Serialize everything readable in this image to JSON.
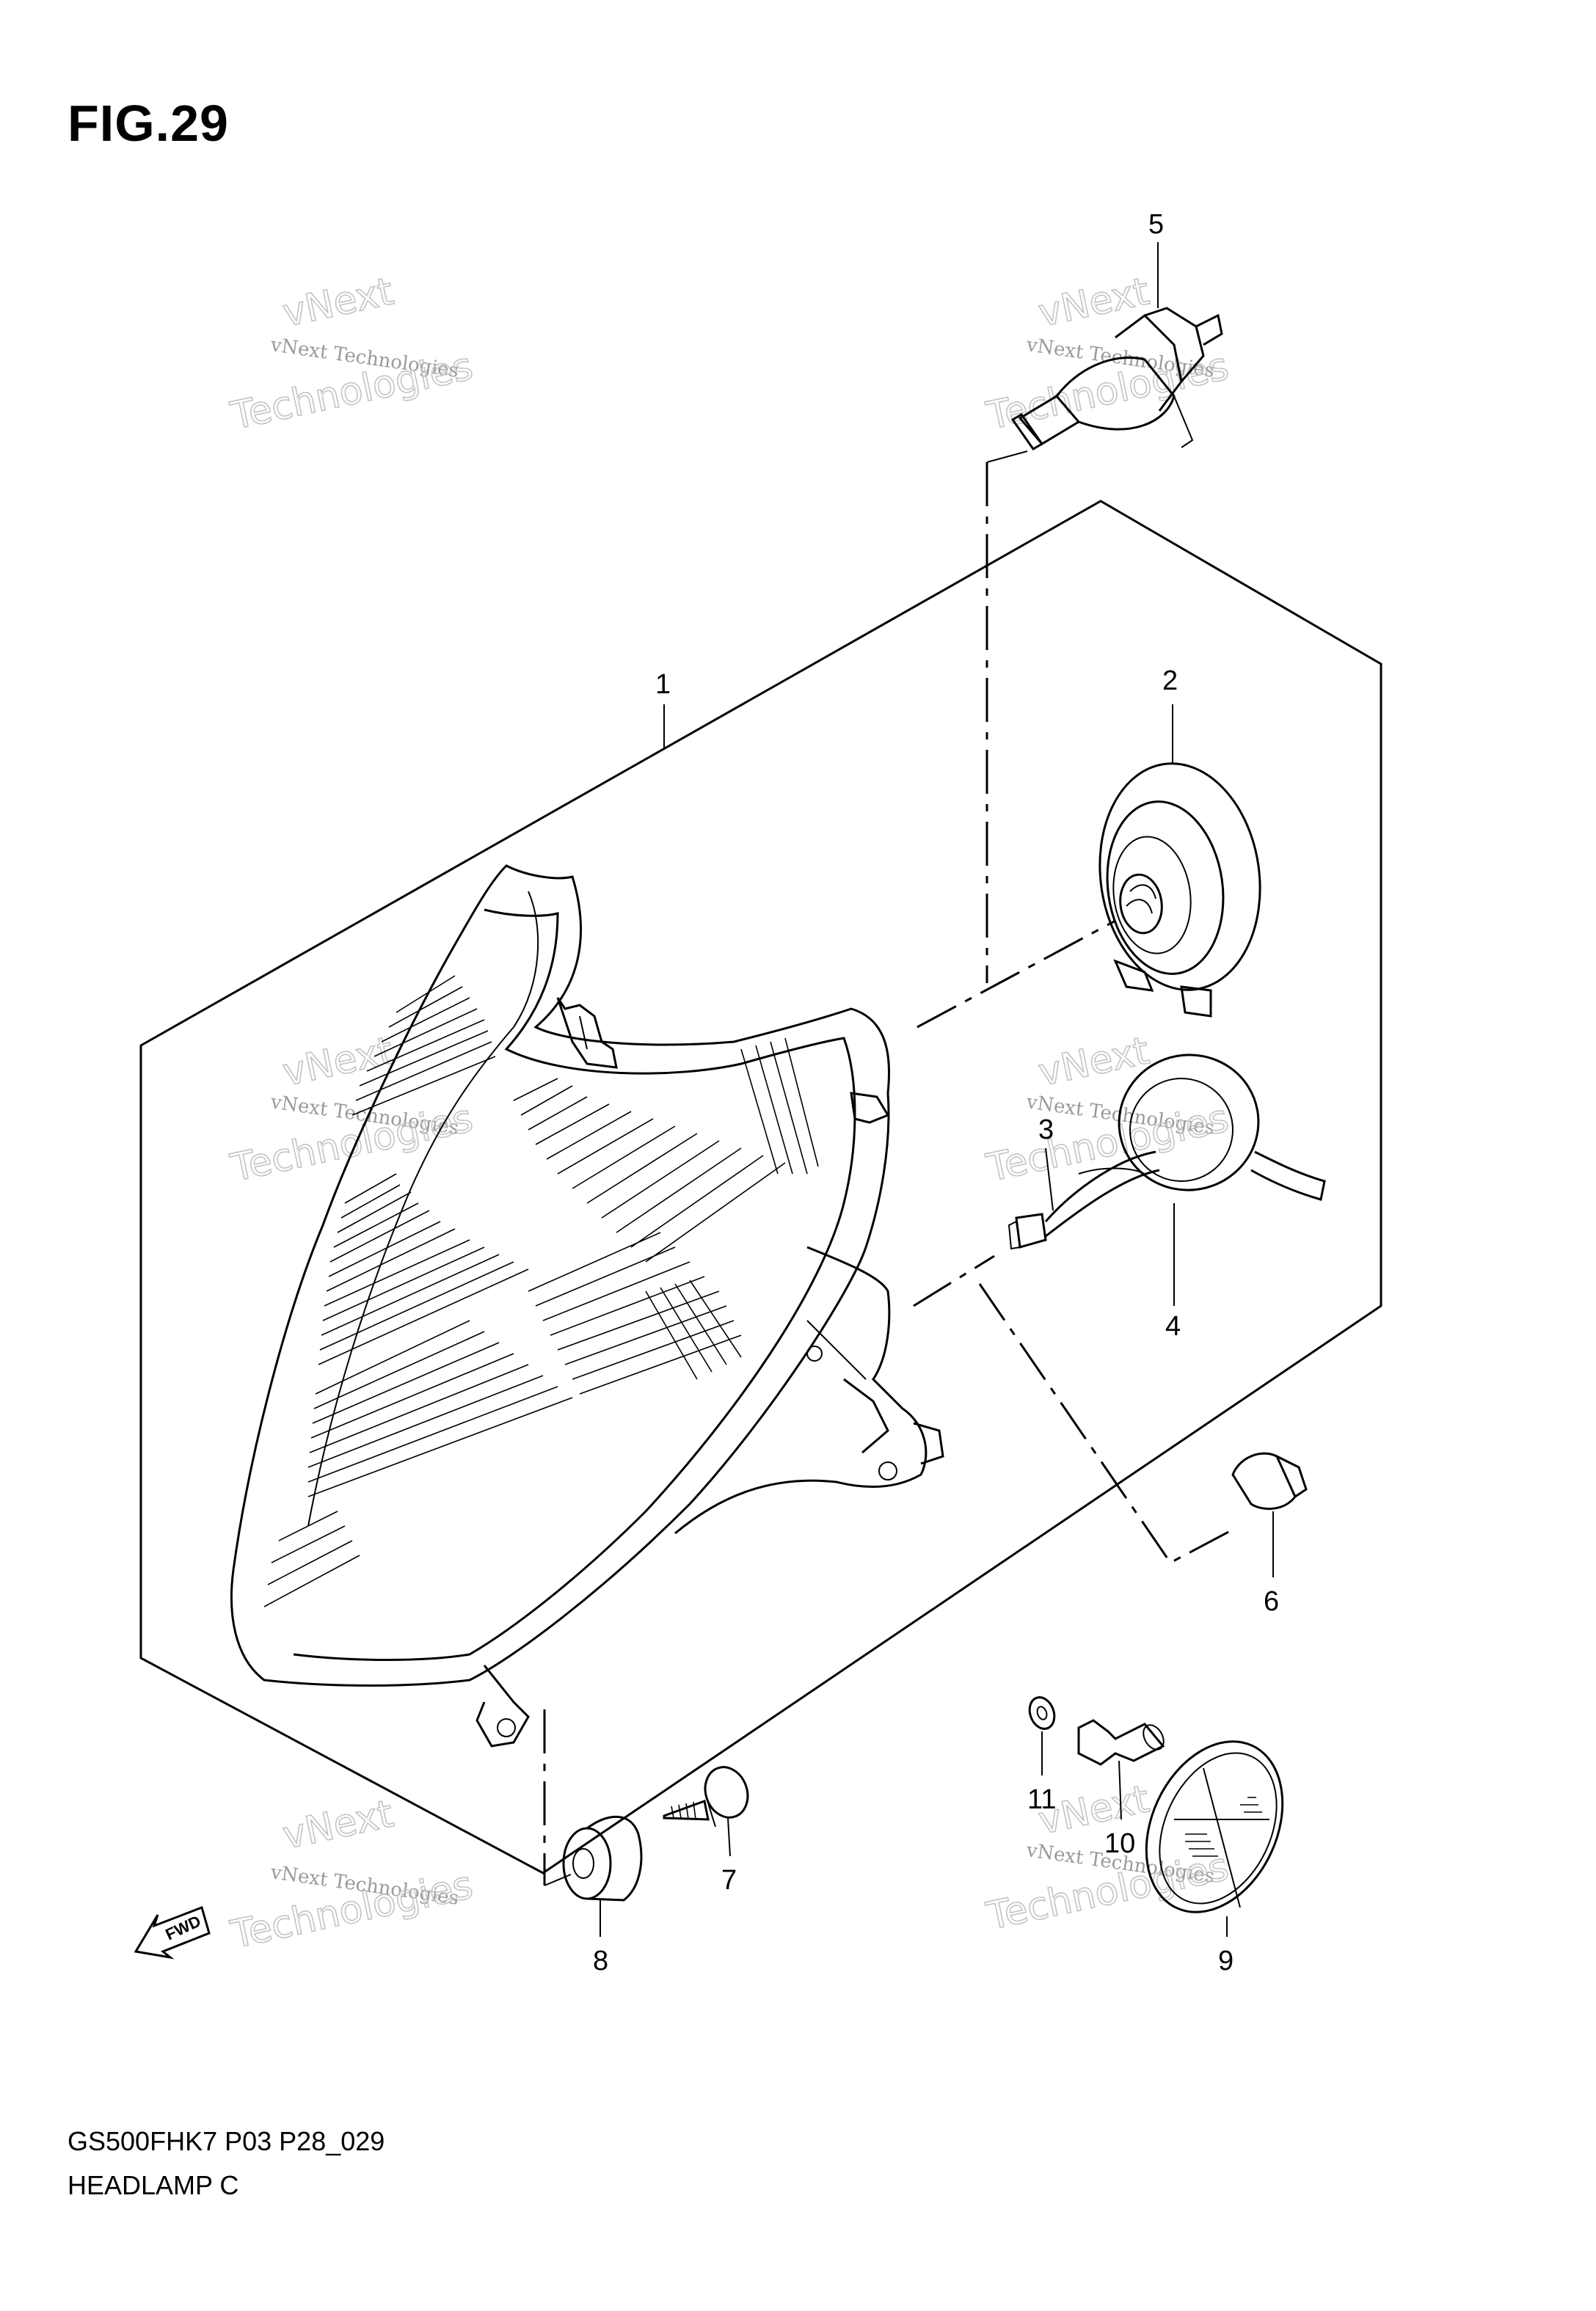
{
  "figure": {
    "title": "FIG.29"
  },
  "footer": {
    "model_code": "GS500FHK7 P03 P28_029",
    "group_name": "HEADLAMP C"
  },
  "direction_badge": "FWD",
  "watermark": {
    "line1": "vNext Technologies",
    "line2": "vNext",
    "line3": "Technologies"
  },
  "parts": [
    {
      "number": "1"
    },
    {
      "number": "2"
    },
    {
      "number": "3"
    },
    {
      "number": "4"
    },
    {
      "number": "5"
    },
    {
      "number": "6"
    },
    {
      "number": "7"
    },
    {
      "number": "8"
    },
    {
      "number": "9"
    },
    {
      "number": "10"
    },
    {
      "number": "11"
    }
  ]
}
